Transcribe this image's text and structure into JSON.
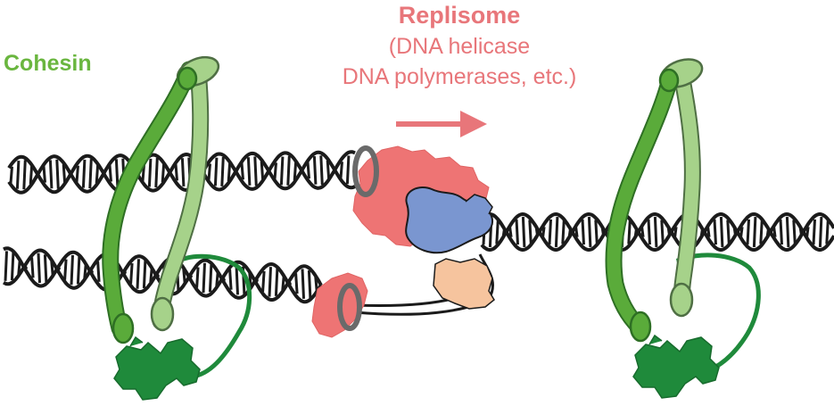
{
  "labels": {
    "cohesin": "Cohesin",
    "replisome_title": "Replisome",
    "replisome_line1": "(DNA helicase",
    "replisome_line2": "DNA polymerases, etc.)"
  },
  "colors": {
    "cohesin_label": "#6ab63f",
    "replisome_label": "#e8767a",
    "arrow": "#e8767a",
    "dna": "#1b1b1b",
    "cohesin_dark": "#5aab3a",
    "cohesin_light": "#a6d28a",
    "kleisin": "#1f8a3b",
    "helicase_red": "#ee7474",
    "polymerase_blue": "#7a96d0",
    "polymerase_peach": "#f6c49e",
    "ring_gray": "#6a6a6a"
  }
}
